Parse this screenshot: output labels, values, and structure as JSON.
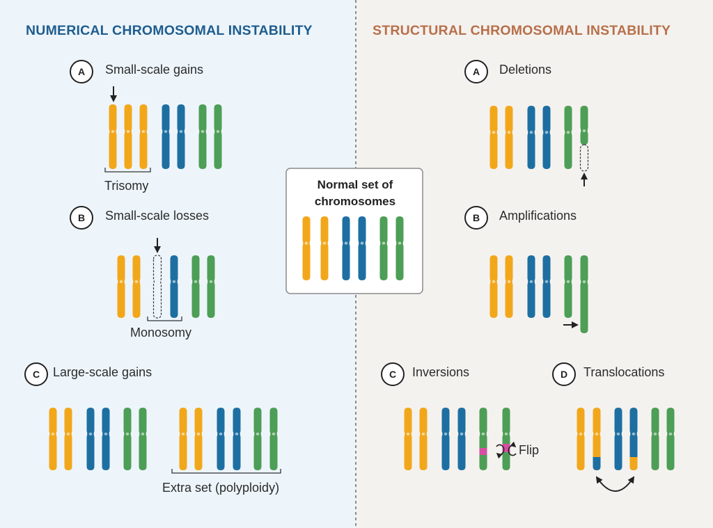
{
  "colors": {
    "numerical_title": "#1f5d8e",
    "structural_title": "#b7704a",
    "left_bg": "#edf5fb",
    "right_bg": "#f4f2ef",
    "yellow": "#f2a71b",
    "blue": "#1e6fa1",
    "green": "#4d9e56",
    "pink": "#d64fa3"
  },
  "numerical": {
    "title": "NUMERICAL CHROMOSOMAL INSTABILITY",
    "sections": [
      {
        "badge": "A",
        "label": "Small-scale gains",
        "bracket_label": "Trisomy"
      },
      {
        "badge": "B",
        "label": "Small-scale losses",
        "bracket_label": "Monosomy"
      },
      {
        "badge": "C",
        "label": "Large-scale gains",
        "bracket_label": "Extra set (polyploidy)"
      }
    ]
  },
  "structural": {
    "title": "STRUCTURAL CHROMOSOMAL INSTABILITY",
    "sections": [
      {
        "badge": "A",
        "label": "Deletions"
      },
      {
        "badge": "B",
        "label": "Amplifications"
      },
      {
        "badge": "C",
        "label": "Inversions",
        "note": "Flip"
      },
      {
        "badge": "D",
        "label": "Translocations"
      }
    ]
  },
  "center": {
    "title": "Normal set of chromosomes"
  }
}
